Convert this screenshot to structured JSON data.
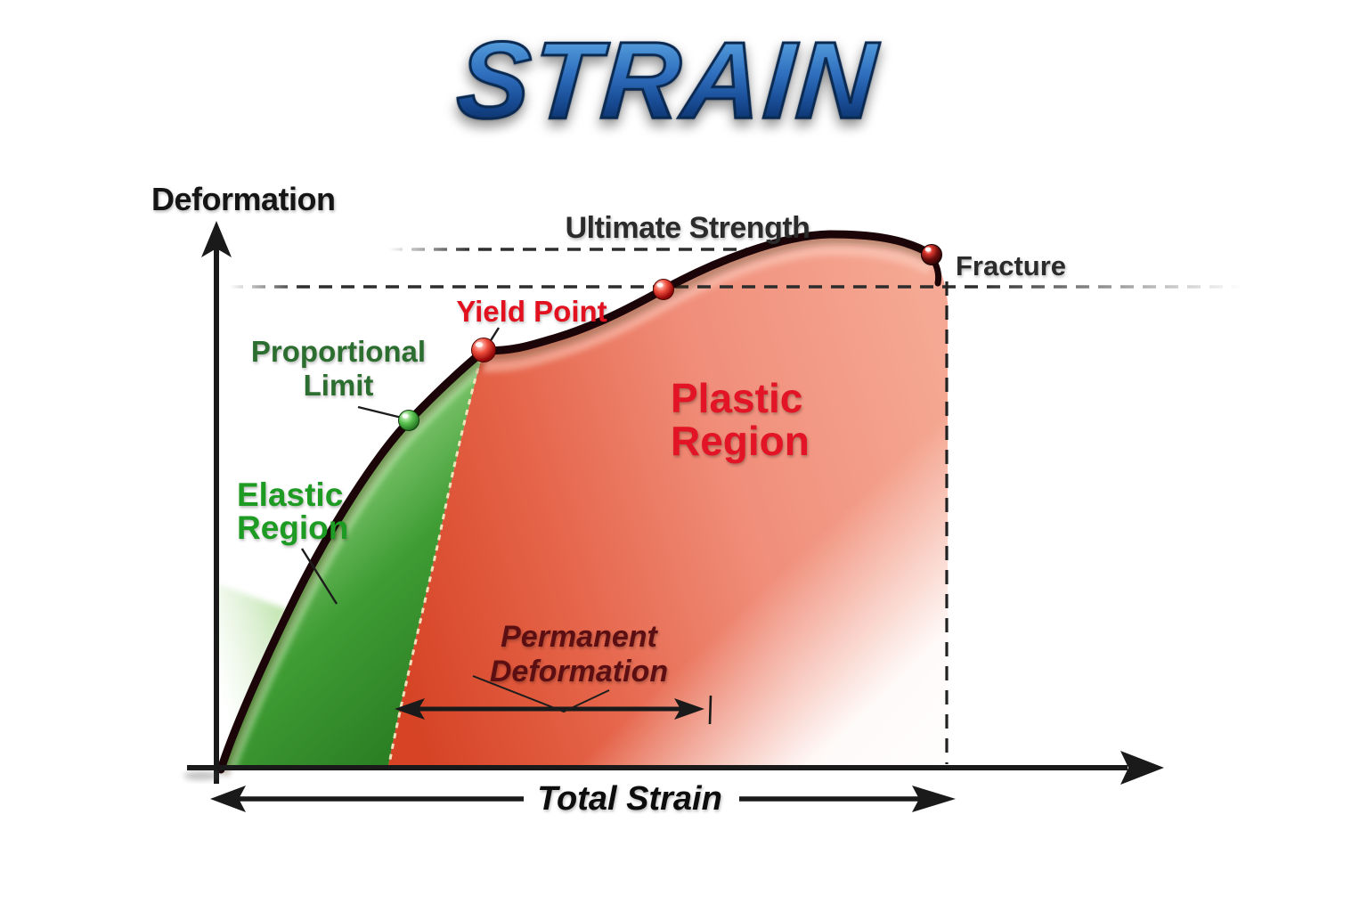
{
  "title": "STRAIN",
  "colors": {
    "title_blue_light": "#8cc6f0",
    "title_blue_dark": "#0e3570",
    "axis_black": "#1a1a1a",
    "dashed_line_gray": "#2d2d2d",
    "elastic_fill_green": "#3f9c34",
    "elastic_label_green": "#1d9b22",
    "proportional_label_green": "#2c6e2f",
    "plastic_fill_red": "#e66549",
    "plastic_label_red": "#e21426",
    "yield_label_red": "#e21120",
    "permanent_label_maroon": "#5c0f12",
    "curve_dark": "#1b0508",
    "boundary_dash_cream": "#f3e7c0"
  },
  "labels": {
    "y_axis": "Deformation",
    "ultimate_strength": "Ultimate Strength",
    "fracture": "Fracture",
    "yield_point": "Yield Point",
    "proportional_limit": [
      "Proportional",
      "Limit"
    ],
    "elastic_region": [
      "Elastic",
      "Region"
    ],
    "plastic_region": [
      "Plastic",
      "Region"
    ],
    "permanent_deformation": [
      "Permanent",
      "Deformation"
    ],
    "total_strain": "Total Strain"
  },
  "chart_data": {
    "type": "line",
    "title": "STRAIN",
    "xlabel": "Total Strain",
    "ylabel": "Deformation",
    "x_range_normalized": [
      0,
      1
    ],
    "y_range_normalized": [
      0,
      1
    ],
    "grid": false,
    "curve_points_normalized": [
      {
        "strain": 0.0,
        "deformation": 0.0
      },
      {
        "strain": 0.1,
        "deformation": 0.32
      },
      {
        "strain": 0.26,
        "deformation": 0.65,
        "annotation": "Proportional Limit"
      },
      {
        "strain": 0.37,
        "deformation": 0.78,
        "annotation": "Yield Point"
      },
      {
        "strain": 0.61,
        "deformation": 0.9,
        "annotation": "fracture-stress level crossing"
      },
      {
        "strain": 0.84,
        "deformation": 1.0,
        "annotation": "Ultimate Strength"
      },
      {
        "strain": 1.0,
        "deformation": 0.96,
        "annotation": "Fracture"
      }
    ],
    "regions": [
      {
        "name": "Elastic Region",
        "strain_span_normalized": [
          0.0,
          0.37
        ],
        "fill": "green"
      },
      {
        "name": "Plastic Region",
        "strain_span_normalized": [
          0.24,
          1.0
        ],
        "fill": "red"
      }
    ],
    "annotations": [
      {
        "name": "Permanent Deformation",
        "strain_span_normalized": [
          0.24,
          0.68
        ]
      },
      {
        "name": "Total Strain",
        "strain_span_normalized": [
          0.0,
          1.0
        ]
      },
      {
        "name": "Ultimate Strength dashed level",
        "deformation_normalized": 1.0
      },
      {
        "name": "Fracture dashed level",
        "deformation_normalized": 0.9
      },
      {
        "name": "Fracture dashed vertical",
        "strain_normalized": 1.0
      }
    ],
    "legend": null
  }
}
